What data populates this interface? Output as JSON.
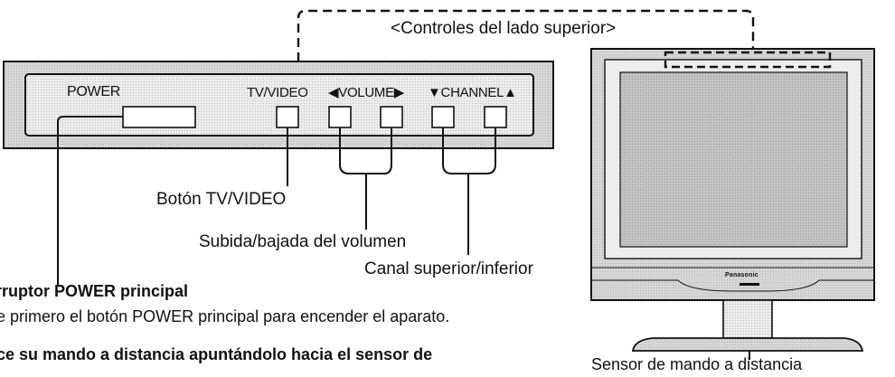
{
  "diagram": {
    "top_controls_title": "<Controles del lado superior>",
    "panel": {
      "power_label": "POWER",
      "tv_video_label": "TV/VIDEO",
      "volume_label": "◀VOLUME▶",
      "channel_label": "▼CHANNEL▲"
    },
    "callouts": {
      "tv_video_button": "Botón TV/VIDEO",
      "volume_up_down": "Subida/bajada del volumen",
      "channel_up_down": "Canal superior/inferior",
      "remote_sensor": "Sensor de mando a distancia"
    },
    "notes": {
      "power_switch_heading": "rruptor POWER principal",
      "power_switch_text": "e primero el botón POWER principal para encender el aparato.",
      "remote_text": "ce su mando a distancia apuntándolo hacia el sensor de"
    },
    "tv": {
      "brand": "Panasonic"
    }
  }
}
